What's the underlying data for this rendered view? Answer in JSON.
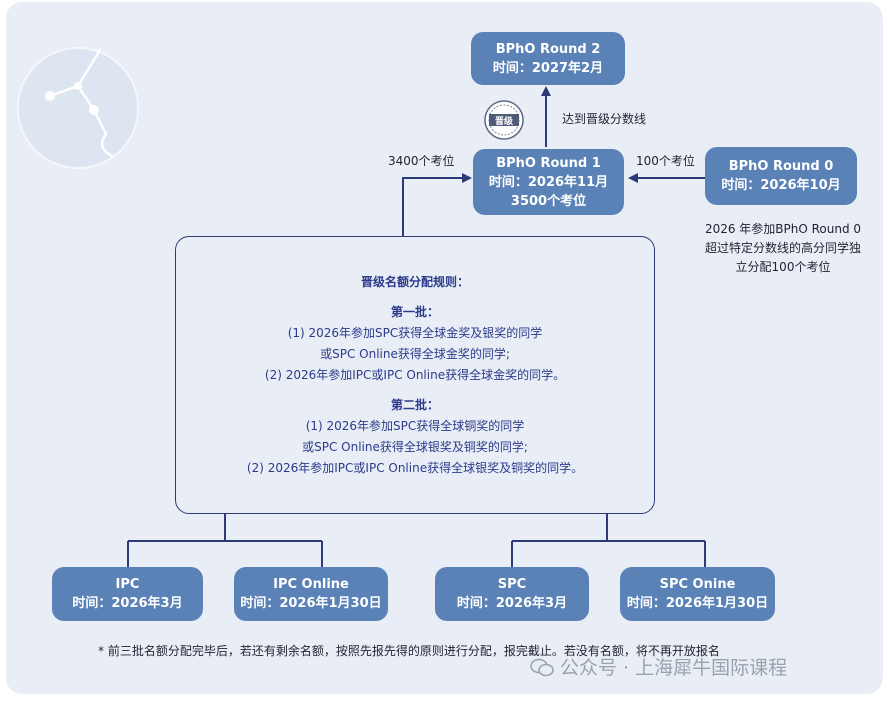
{
  "nodes": {
    "round2": {
      "title": "BPhO Round 2",
      "time": "时间：2027年2月"
    },
    "round1": {
      "title": "BPhO Round 1",
      "time": "时间：2026年11月",
      "seats": "3500个考位"
    },
    "round0": {
      "title": "BPhO Round 0",
      "time": "时间：2026年10月"
    },
    "ipc": {
      "title": "IPC",
      "time": "时间：2026年3月"
    },
    "ipc_online": {
      "title": "IPC Online",
      "time": "时间：2026年1月30日"
    },
    "spc": {
      "title": "SPC",
      "time": "时间：2026年3月"
    },
    "spc_online": {
      "title": "SPC Onine",
      "time": "时间：2026年1月30日"
    }
  },
  "edges": {
    "r1_to_r2": "达到晋级分数线",
    "left_to_r1": "3400个考位",
    "r0_to_r1": "100个考位"
  },
  "seal_text": "晋级",
  "round0_note": [
    "2026 年参加BPhO Round 0",
    "超过特定分数线的高分同学独",
    "立分配100个考位"
  ],
  "rules": {
    "title": "晋级名额分配规则：",
    "batch1": {
      "heading": "第一批：",
      "lines": [
        "(1) 2026年参加SPC获得全球金奖及银奖的同学",
        "或SPC Online获得全球金奖的同学;",
        "(2) 2026年参加IPC或IPC Online获得全球金奖的同学。"
      ]
    },
    "batch2": {
      "heading": "第二批：",
      "lines": [
        "(1) 2026年参加SPC获得全球铜奖的同学",
        "或SPC Online获得全球银奖及铜奖的同学;",
        "(2) 2026年参加IPC或IPC Online获得全球银奖及铜奖的同学。"
      ]
    }
  },
  "footnote": "* 前三批名额分配完毕后，若还有剩余名额，按照先报先得的原则进行分配，报完截止。若没有名额，将不再开放报名",
  "watermark": "公众号 · 上海犀牛国际课程",
  "colors": {
    "node": "#5a82b7",
    "line": "#2c3a78",
    "rules_text": "#2c3a8a",
    "background": "#e9eef6"
  }
}
